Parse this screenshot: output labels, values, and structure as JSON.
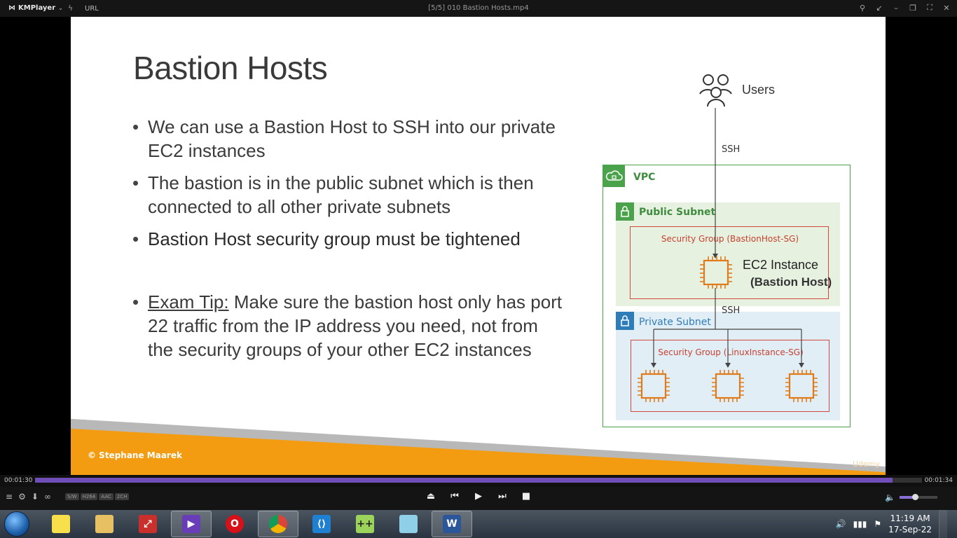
{
  "player": {
    "brand": "KMPlayer",
    "url_label": "URL",
    "window_title": "[5/5] 010 Bastion Hosts.mp4",
    "elapsed": "00:01:30",
    "duration": "00:01:34",
    "progress": 0.967,
    "volume": 0.4,
    "codecs": [
      "S/W",
      "H264",
      "AAC",
      "2CH"
    ]
  },
  "slide": {
    "title": "Bastion Hosts",
    "bullets": [
      "We can use a Bastion Host to SSH into our private EC2 instances",
      "The bastion is in the public subnet which is then connected to all other private subnets",
      "Bastion Host security group must be tightened"
    ],
    "tip_label": "Exam Tip:",
    "tip_text": " Make sure the bastion host only has port 22 traffic from the IP address you need, not from the security groups of your other EC2 instances",
    "copyright": "© Stephane Maarek",
    "watermark": "Udemy"
  },
  "diagram": {
    "users": "Users",
    "ssh_top": "SSH",
    "ssh_bottom": "SSH",
    "vpc": "VPC",
    "public_subnet": "Public Subnet",
    "private_subnet": "Private Subnet",
    "sg_bastion": "Security Group (BastionHost-SG)",
    "sg_linux": "Security Group (LinuxInstance-SG)",
    "ec2_title": "EC2 Instance",
    "ec2_sub": "(Bastion Host)"
  },
  "colors": {
    "green": "#4aa24a",
    "red": "#d4493b",
    "orange": "#f39c12",
    "blue": "#2e7db8",
    "seek": "#6f4fb7"
  },
  "taskbar": {
    "time": "11:19 AM",
    "date": "17-Sep-22",
    "apps": [
      "sticky-notes",
      "file-explorer",
      "pdf-viewer",
      "media-player",
      "opera-browser",
      "chrome-browser",
      "vscode",
      "notepad-plus-plus",
      "editor",
      "word"
    ]
  }
}
